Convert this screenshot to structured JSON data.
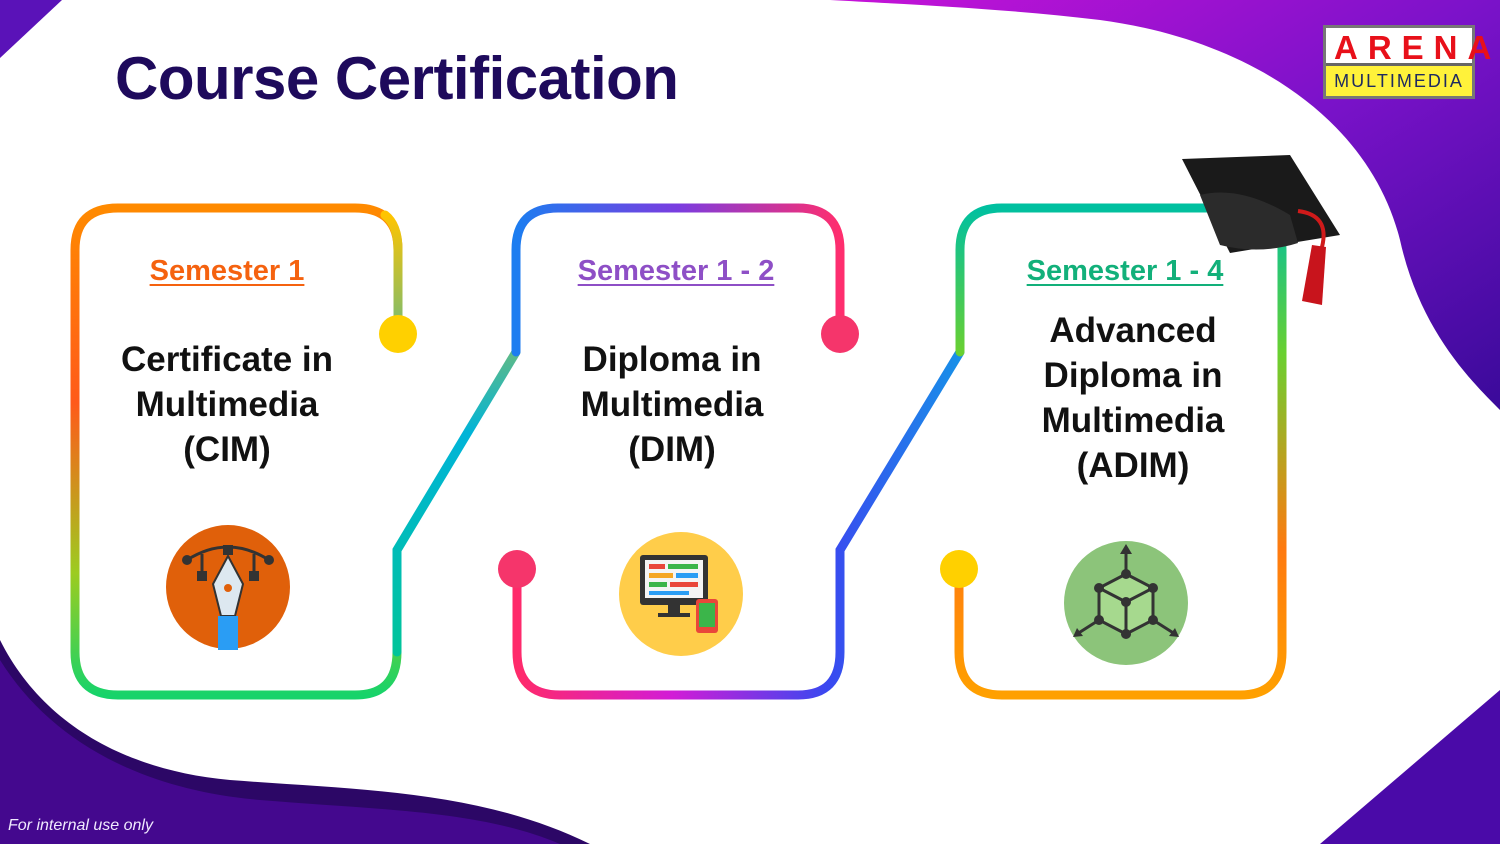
{
  "title": "Course Certification",
  "logo": {
    "top": "ARENA",
    "bottom": "MULTIMEDIA"
  },
  "cards": [
    {
      "semester": "Semester 1",
      "course": [
        "Certificate in",
        "Multimedia",
        "(CIM)"
      ],
      "color": "#f5620f",
      "icon": "pen-tool-icon"
    },
    {
      "semester": "Semester 1 - 2",
      "course": [
        "Diploma in",
        "Multimedia",
        "(DIM)"
      ],
      "color": "#8e4fc6",
      "icon": "monitor-icon"
    },
    {
      "semester": "Semester 1 - 4",
      "course": [
        "Advanced",
        "Diploma in",
        "Multimedia",
        "(ADIM)"
      ],
      "color": "#12b07a",
      "icon": "cube-icon"
    }
  ],
  "footer": "For internal use only"
}
